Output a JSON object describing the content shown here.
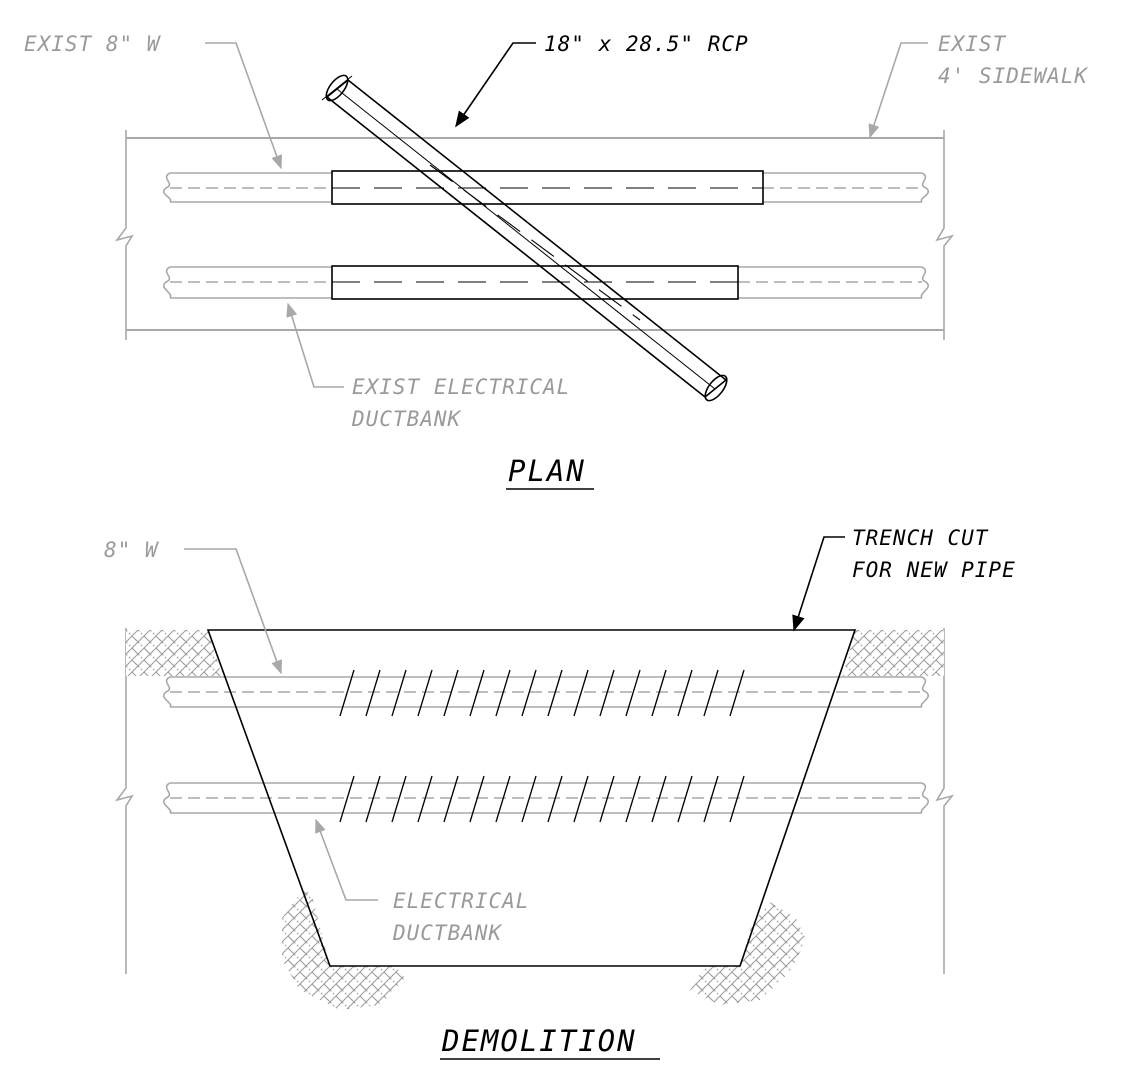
{
  "plan": {
    "title": "PLAN",
    "labels": {
      "water_main": "EXIST 8\" W",
      "rcp": "18\" x 28.5\" RCP",
      "sidewalk_line1": "EXIST",
      "sidewalk_line2": "4' SIDEWALK",
      "ductbank_line1": "EXIST ELECTRICAL",
      "ductbank_line2": "DUCTBANK"
    }
  },
  "demolition": {
    "title": "DEMOLITION",
    "labels": {
      "water_main": "8\" W",
      "trench_line1": "TRENCH CUT",
      "trench_line2": "FOR NEW PIPE",
      "ductbank_line1": "ELECTRICAL",
      "ductbank_line2": "DUCTBANK"
    }
  },
  "colors": {
    "existing": "#a8a8a8",
    "proposed": "#000000",
    "background": "#ffffff"
  }
}
